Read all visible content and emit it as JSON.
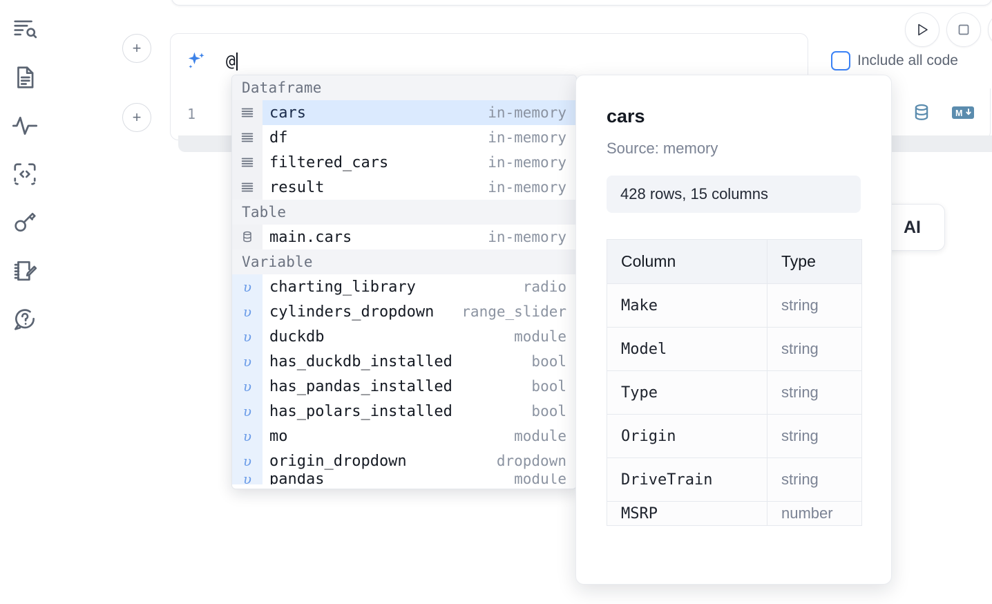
{
  "sidebar": {
    "items": [
      {
        "name": "explore-outline-icon",
        "label": "Outline / Explore"
      },
      {
        "name": "file-text-icon",
        "label": "Notebook File"
      },
      {
        "name": "activity-pulse-icon",
        "label": "Activity"
      },
      {
        "name": "code-snippet-icon",
        "label": "Snippets"
      },
      {
        "name": "key-icon",
        "label": "Secrets"
      },
      {
        "name": "scratchpad-icon",
        "label": "Scratchpad"
      },
      {
        "name": "help-chat-icon",
        "label": "Help"
      }
    ]
  },
  "toolbar": {
    "add_cell_label": "+",
    "run_label": "Run",
    "stop_label": "Stop",
    "include_all_code_label": "Include all code",
    "include_all_code_checked": false
  },
  "ai_cell": {
    "icon": "sparkles-icon",
    "value": "@",
    "placeholder": ""
  },
  "code_cell": {
    "line_number": "1",
    "tools": [
      {
        "name": "database-icon",
        "label": "SQL cell"
      },
      {
        "name": "markdown-icon",
        "label": "Markdown cell"
      }
    ]
  },
  "ai_chat_card": {
    "label": "AI"
  },
  "autocomplete": {
    "groups": [
      {
        "label": "Dataframe",
        "items": [
          {
            "icon": "dataframe-icon",
            "name": "cars",
            "type": "in-memory",
            "selected": true
          },
          {
            "icon": "dataframe-icon",
            "name": "df",
            "type": "in-memory",
            "selected": false
          },
          {
            "icon": "dataframe-icon",
            "name": "filtered_cars",
            "type": "in-memory",
            "selected": false
          },
          {
            "icon": "dataframe-icon",
            "name": "result",
            "type": "in-memory",
            "selected": false
          }
        ]
      },
      {
        "label": "Table",
        "items": [
          {
            "icon": "table-db-icon",
            "name": "main.cars",
            "type": "in-memory",
            "selected": false
          }
        ]
      },
      {
        "label": "Variable",
        "items": [
          {
            "icon": "variable-icon",
            "name": "charting_library",
            "type": "radio",
            "selected": false
          },
          {
            "icon": "variable-icon",
            "name": "cylinders_dropdown",
            "type": "range_slider",
            "selected": false
          },
          {
            "icon": "variable-icon",
            "name": "duckdb",
            "type": "module",
            "selected": false
          },
          {
            "icon": "variable-icon",
            "name": "has_duckdb_installed",
            "type": "bool",
            "selected": false
          },
          {
            "icon": "variable-icon",
            "name": "has_pandas_installed",
            "type": "bool",
            "selected": false
          },
          {
            "icon": "variable-icon",
            "name": "has_polars_installed",
            "type": "bool",
            "selected": false
          },
          {
            "icon": "variable-icon",
            "name": "mo",
            "type": "module",
            "selected": false
          },
          {
            "icon": "variable-icon",
            "name": "origin_dropdown",
            "type": "dropdown",
            "selected": false
          },
          {
            "icon": "variable-icon",
            "name": "pandas",
            "type": "module",
            "selected": false
          }
        ]
      }
    ]
  },
  "detail": {
    "title": "cars",
    "source": "Source: memory",
    "shape": "428 rows, 15 columns",
    "columns_header": "Column",
    "type_header": "Type",
    "rows": [
      {
        "column": "Make",
        "type": "string"
      },
      {
        "column": "Model",
        "type": "string"
      },
      {
        "column": "Type",
        "type": "string"
      },
      {
        "column": "Origin",
        "type": "string"
      },
      {
        "column": "DriveTrain",
        "type": "string"
      },
      {
        "column": "MSRP",
        "type": "number"
      }
    ]
  },
  "colors": {
    "accent": "#3b82f6",
    "selected_row": "#dbeafe",
    "group_header_bg": "#f3f4f7",
    "icon_gray": "#5b6472",
    "tool_blue": "#5b8cae"
  }
}
